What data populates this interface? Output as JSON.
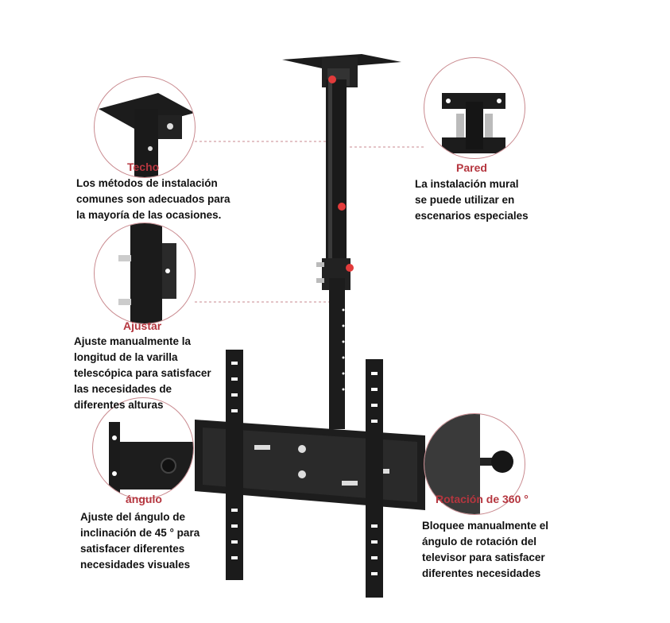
{
  "callouts": {
    "techo": {
      "title": "Techo",
      "lines": [
        "Los métodos de instalación",
        "comunes son adecuados para",
        "la mayoría de las ocasiones."
      ]
    },
    "pared": {
      "title": "Pared",
      "lines": [
        "La instalación mural",
        "se puede utilizar en",
        "escenarios especiales"
      ]
    },
    "ajustar": {
      "title": "Ajustar",
      "lines": [
        "Ajuste manualmente la",
        "longitud de la varilla",
        "telescópica para satisfacer",
        "las necesidades de",
        "diferentes alturas"
      ]
    },
    "angulo": {
      "title": "ángulo",
      "lines": [
        "Ajuste del ángulo de",
        "inclinación de 45 ° para",
        "satisfacer diferentes",
        "necesidades visuales"
      ]
    },
    "rotacion": {
      "title": "Rotación de 360 °",
      "lines": [
        "Bloquee manualmente el",
        "ángulo de rotación del",
        "televisor para satisfacer",
        "diferentes necesidades"
      ]
    }
  },
  "colors": {
    "accent": "#b5363f",
    "metal": "#1c1c1c",
    "leader": "#c98a8f"
  }
}
